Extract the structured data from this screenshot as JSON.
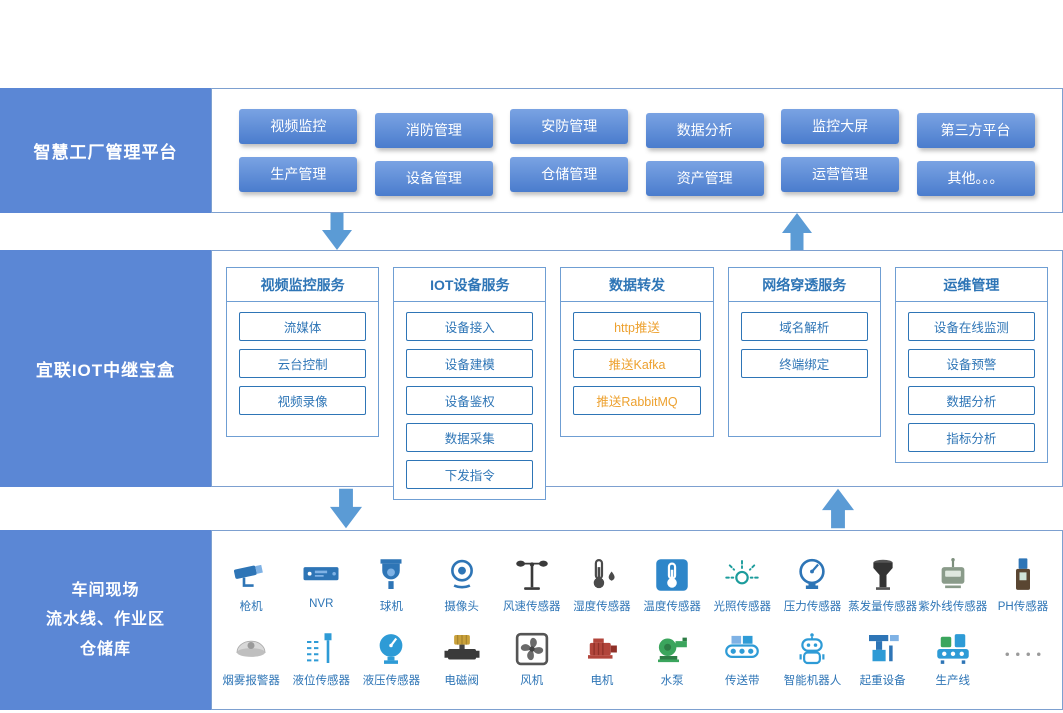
{
  "platform": {
    "label": "智慧工厂管理平台",
    "buttons": [
      [
        "视频监控",
        "消防管理",
        "安防管理",
        "数据分析",
        "监控大屏",
        "第三方平台"
      ],
      [
        "生产管理",
        "设备管理",
        "仓储管理",
        "资产管理",
        "运营管理",
        "其他。。。"
      ]
    ]
  },
  "gateway": {
    "label": "宜联IOT中继宝盒",
    "columns": [
      {
        "title": "视频监控服务",
        "accent": "blue",
        "items": [
          "流媒体",
          "云台控制",
          "视频录像"
        ]
      },
      {
        "title": "IOT设备服务",
        "accent": "blue",
        "items": [
          "设备接入",
          "设备建模",
          "设备鉴权",
          "数据采集",
          "下发指令"
        ]
      },
      {
        "title": "数据转发",
        "accent": "orange",
        "items": [
          "http推送",
          "推送Kafka",
          "推送RabbitMQ"
        ]
      },
      {
        "title": "网络穿透服务",
        "accent": "blue",
        "items": [
          "域名解析",
          "终端绑定"
        ]
      },
      {
        "title": "运维管理",
        "accent": "blue",
        "items": [
          "设备在线监测",
          "设备预警",
          "数据分析",
          "指标分析"
        ]
      }
    ]
  },
  "site": {
    "label_lines": [
      "车间现场",
      "流水线、作业区",
      "仓储库"
    ],
    "device_rows": [
      [
        {
          "icon": "bullet-camera-icon",
          "label": "枪机"
        },
        {
          "icon": "nvr-icon",
          "label": "NVR"
        },
        {
          "icon": "dome-camera-icon",
          "label": "球机"
        },
        {
          "icon": "webcam-icon",
          "label": "摄像头"
        },
        {
          "icon": "wind-speed-sensor-icon",
          "label": "风速传感器"
        },
        {
          "icon": "humidity-sensor-icon",
          "label": "湿度传感器"
        },
        {
          "icon": "temperature-sensor-icon",
          "label": "温度传感器"
        },
        {
          "icon": "light-sensor-icon",
          "label": "光照传感器"
        },
        {
          "icon": "pressure-sensor-icon",
          "label": "压力传感器"
        },
        {
          "icon": "evaporation-sensor-icon",
          "label": "蒸发量传感器"
        },
        {
          "icon": "uv-sensor-icon",
          "label": "紫外线传感器"
        },
        {
          "icon": "ph-sensor-icon",
          "label": "PH传感器"
        }
      ],
      [
        {
          "icon": "smoke-alarm-icon",
          "label": "烟雾报警器"
        },
        {
          "icon": "liquid-level-sensor-icon",
          "label": "液位传感器"
        },
        {
          "icon": "hydraulic-sensor-icon",
          "label": "液压传感器"
        },
        {
          "icon": "solenoid-valve-icon",
          "label": "电磁阀"
        },
        {
          "icon": "fan-icon",
          "label": "风机"
        },
        {
          "icon": "motor-icon",
          "label": "电机"
        },
        {
          "icon": "water-pump-icon",
          "label": "水泵"
        },
        {
          "icon": "conveyor-icon",
          "label": "传送带"
        },
        {
          "icon": "robot-icon",
          "label": "智能机器人"
        },
        {
          "icon": "crane-icon",
          "label": "起重设备"
        },
        {
          "icon": "production-line-icon",
          "label": "生产线"
        },
        {
          "icon": "ellipsis-icon",
          "label": ""
        }
      ]
    ]
  },
  "colors": {
    "band_blue": "#5b87d5",
    "accent_blue": "#2e75b6",
    "accent_orange": "#eda12f",
    "arrow_blue": "#5b9bd5"
  }
}
